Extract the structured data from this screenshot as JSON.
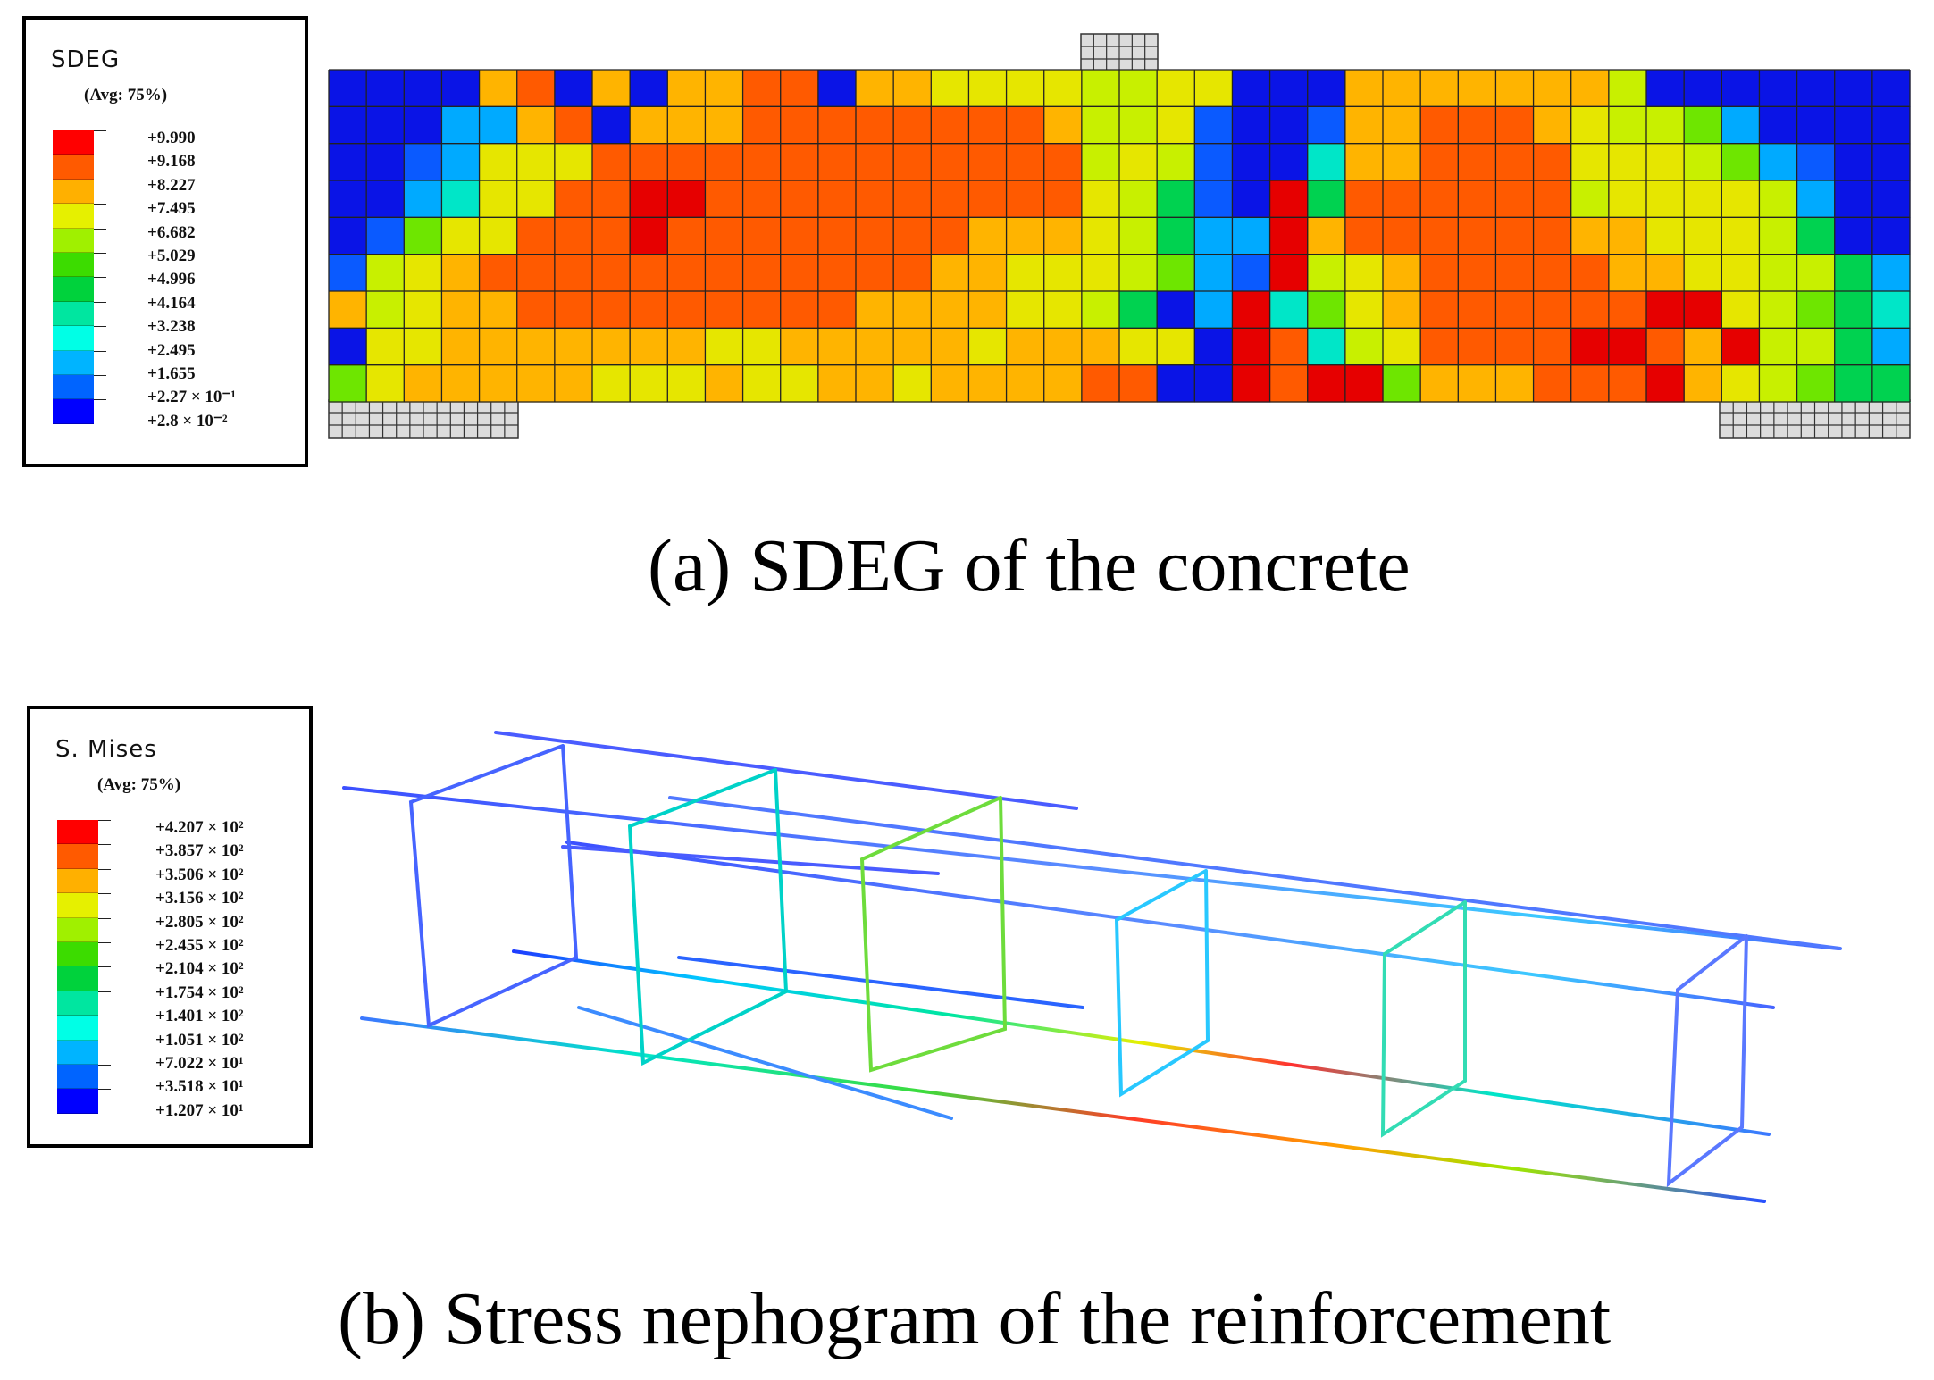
{
  "legend_a": {
    "title": "SDEG",
    "avg": "(Avg: 75%)",
    "colors": [
      "#ff0000",
      "#ff5a00",
      "#ffb000",
      "#e6f000",
      "#a0f000",
      "#3cdc00",
      "#00d23c",
      "#00e6a0",
      "#00ffe6",
      "#00b4ff",
      "#0064ff",
      "#0000ff"
    ],
    "labels": [
      "+9.990",
      "+9.168",
      "+8.227",
      "+7.495",
      "+6.682",
      "+5.029",
      "+4.996",
      "+4.164",
      "+3.238",
      "+2.495",
      "+1.655",
      "+2.27 × 10⁻¹",
      "+2.8 × 10⁻²"
    ]
  },
  "legend_b": {
    "title": "S. Mises",
    "avg": "(Avg: 75%)",
    "colors": [
      "#ff0000",
      "#ff5a00",
      "#ffb000",
      "#e6f000",
      "#a0f000",
      "#3cdc00",
      "#00d23c",
      "#00e6a0",
      "#00ffe6",
      "#00b4ff",
      "#0064ff",
      "#0000ff"
    ],
    "labels": [
      "+4.207 × 10²",
      "+3.857 × 10²",
      "+3.506 × 10²",
      "+3.156 × 10²",
      "+2.805 × 10²",
      "+2.455 × 10²",
      "+2.104 × 10²",
      "+1.754 × 10²",
      "+1.401 × 10²",
      "+1.051 × 10²",
      "+7.022 × 10¹",
      "+3.518 × 10¹",
      "+1.207 × 10¹"
    ]
  },
  "captions": {
    "a": "(a) SDEG of the concrete",
    "b": "(b) Stress nephogram of the reinforcement"
  },
  "beam": {
    "grid_cols": 42,
    "grid_rows": 9,
    "cell_levels": [
      "0000890808899088777766770008888888600000000",
      "0002289088899999999866710018899987665200000",
      "0012777999999999999967610038899997776521000",
      "0023779999999999999976410249999996777762000",
      "0157799999999999988876422489999998877764000",
      "1678999999999999887776521467899999887766421",
      "8678899999999988887764029357899999987765432",
      "0778888888778888878887702936799999998766421",
      "5788888777877887888899002946588899998765443"
    ]
  }
}
